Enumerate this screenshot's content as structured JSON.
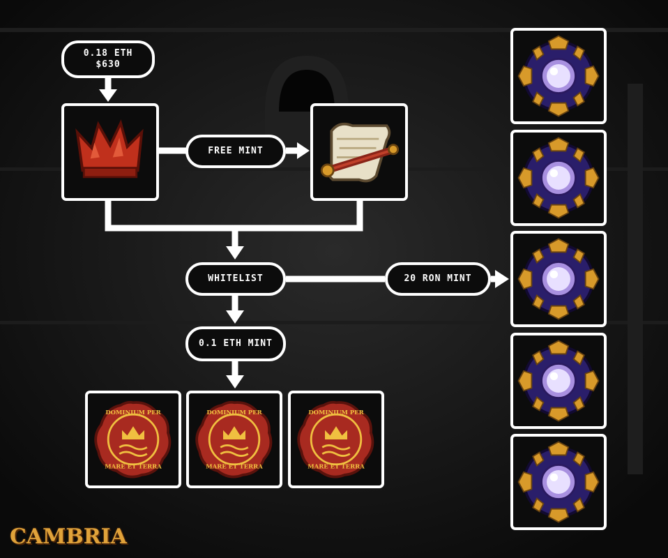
{
  "prices": {
    "eth": "0.18 ETH",
    "usd": "$630"
  },
  "labels": {
    "free_mint": "FREE MINT",
    "whitelist": "WHITELIST",
    "ron_mint": "20 RON MINT",
    "eth_mint": "0.1 ETH MINT"
  },
  "seal_text": {
    "top": "DOMINIUM PER",
    "bottom": "MARE ET TERRA"
  },
  "logo": "CAMBRIA",
  "colors": {
    "line": "#ffffff",
    "crown": "#c0301c",
    "seal": "#a82a20",
    "seal_gold": "#f0c040",
    "orb_purple": "#3a2a8a",
    "orb_gold": "#d89a2a",
    "logo": "#e0a23a"
  },
  "icons": {
    "crown": "red-crown-icon",
    "scroll": "scroll-icon",
    "seal": "wax-seal-icon",
    "orb": "purple-orb-emblem-icon"
  }
}
